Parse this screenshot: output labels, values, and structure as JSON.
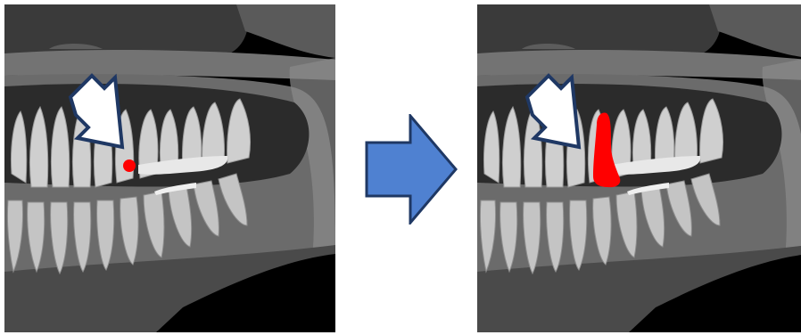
{
  "panels": [
    {
      "id": "before",
      "highlight": "dot",
      "highlight_color": "#ff0000"
    },
    {
      "id": "after",
      "highlight": "tooth-root",
      "highlight_color": "#ff0000"
    }
  ],
  "pointer_arrow": {
    "icon": "white-arrow-down-right-icon",
    "fill": "#ffffff",
    "outline": "#1f3864"
  },
  "transition_arrow": {
    "icon": "blue-arrow-right-icon",
    "fill": "#4f81d1",
    "outline": "#1f3864"
  },
  "colors": {
    "xray_dark": "#000000",
    "xray_bone": "#6b6b6b",
    "xray_tooth": "#d9d9d9"
  }
}
